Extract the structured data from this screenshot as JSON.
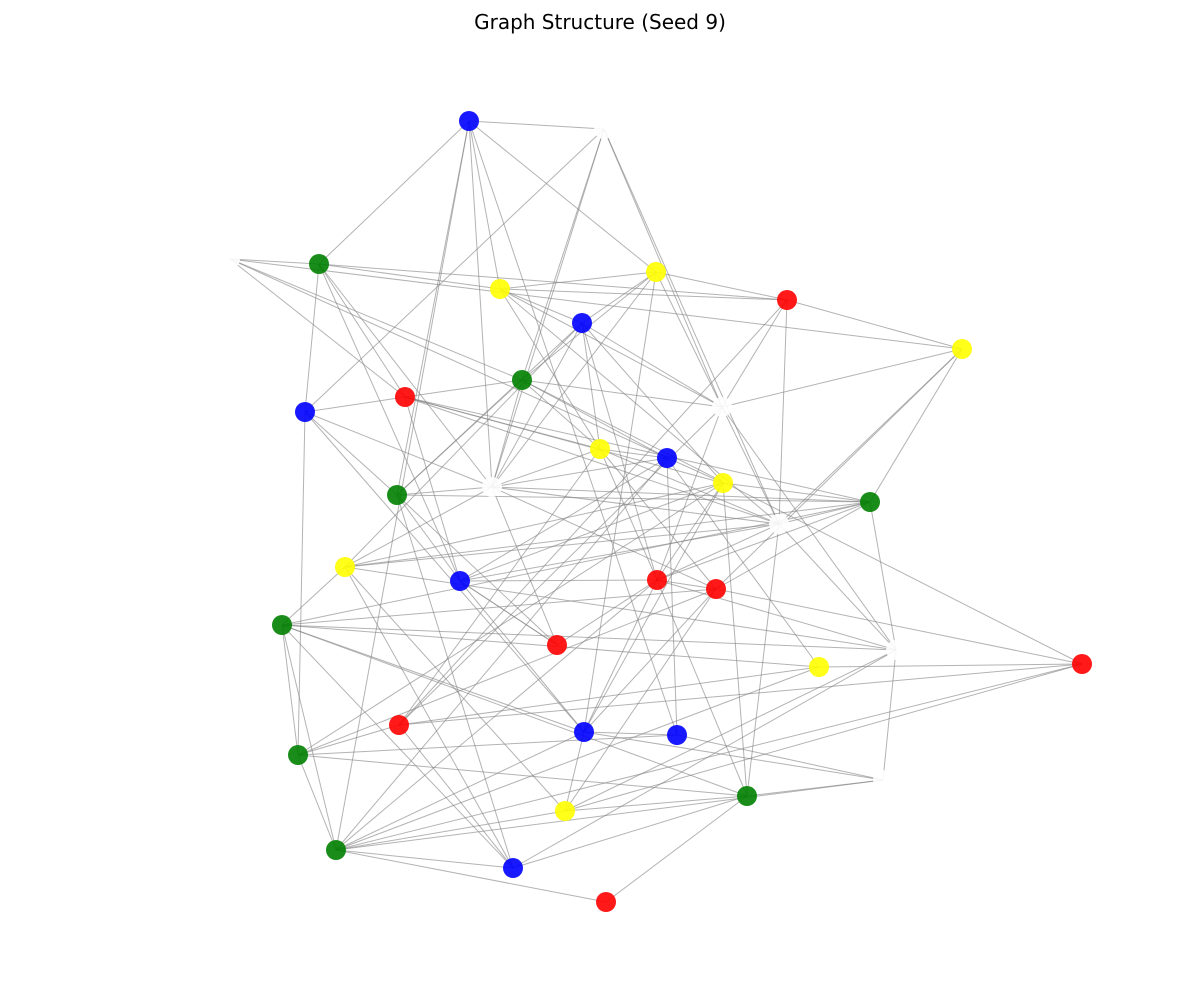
{
  "title": "Graph Structure (Seed 9)",
  "colors": {
    "blue": "#0000ff",
    "red": "#ff0000",
    "green": "#008000",
    "yellow": "#ffff00",
    "white": "#ffffff",
    "edge": "#808080"
  },
  "nodes": [
    {
      "id": 0,
      "color": "blue"
    },
    {
      "id": 1,
      "color": "white"
    },
    {
      "id": 2,
      "color": "green"
    },
    {
      "id": 3,
      "color": "white"
    },
    {
      "id": 4,
      "color": "yellow"
    },
    {
      "id": 5,
      "color": "yellow"
    },
    {
      "id": 6,
      "color": "red"
    },
    {
      "id": 7,
      "color": "blue"
    },
    {
      "id": 8,
      "color": "yellow"
    },
    {
      "id": 9,
      "color": "green"
    },
    {
      "id": 10,
      "color": "blue"
    },
    {
      "id": 11,
      "color": "red"
    },
    {
      "id": 12,
      "color": "white"
    },
    {
      "id": 13,
      "color": "yellow"
    },
    {
      "id": 14,
      "color": "blue"
    },
    {
      "id": 15,
      "color": "green"
    },
    {
      "id": 16,
      "color": "white"
    },
    {
      "id": 17,
      "color": "yellow"
    },
    {
      "id": 18,
      "color": "green"
    },
    {
      "id": 19,
      "color": "white"
    },
    {
      "id": 20,
      "color": "yellow"
    },
    {
      "id": 21,
      "color": "blue"
    },
    {
      "id": 22,
      "color": "red"
    },
    {
      "id": 23,
      "color": "red"
    },
    {
      "id": 24,
      "color": "red"
    },
    {
      "id": 25,
      "color": "green"
    },
    {
      "id": 26,
      "color": "white"
    },
    {
      "id": 27,
      "color": "yellow"
    },
    {
      "id": 28,
      "color": "red"
    },
    {
      "id": 29,
      "color": "red"
    },
    {
      "id": 30,
      "color": "blue"
    },
    {
      "id": 31,
      "color": "green"
    },
    {
      "id": 32,
      "color": "blue"
    },
    {
      "id": 33,
      "color": "white"
    },
    {
      "id": 34,
      "color": "yellow"
    },
    {
      "id": 35,
      "color": "green"
    },
    {
      "id": 36,
      "color": "green"
    },
    {
      "id": 37,
      "color": "blue"
    },
    {
      "id": 38,
      "color": "red"
    }
  ],
  "edges": [
    [
      0,
      1
    ],
    [
      0,
      2
    ],
    [
      0,
      5
    ],
    [
      0,
      4
    ],
    [
      0,
      32
    ],
    [
      0,
      36
    ],
    [
      0,
      15
    ],
    [
      0,
      16
    ],
    [
      1,
      9
    ],
    [
      1,
      10
    ],
    [
      1,
      12
    ],
    [
      1,
      16
    ],
    [
      1,
      19
    ],
    [
      2,
      3
    ],
    [
      2,
      4
    ],
    [
      2,
      10
    ],
    [
      2,
      11
    ],
    [
      2,
      21
    ],
    [
      2,
      6
    ],
    [
      2,
      16
    ],
    [
      3,
      9
    ],
    [
      3,
      8
    ],
    [
      3,
      11
    ],
    [
      3,
      17
    ],
    [
      4,
      5
    ],
    [
      4,
      19
    ],
    [
      4,
      13
    ],
    [
      4,
      6
    ],
    [
      4,
      7
    ],
    [
      4,
      12
    ],
    [
      5,
      7
    ],
    [
      5,
      12
    ],
    [
      5,
      9
    ],
    [
      5,
      30
    ],
    [
      5,
      6
    ],
    [
      6,
      8
    ],
    [
      6,
      12
    ],
    [
      6,
      19
    ],
    [
      6,
      29
    ],
    [
      7,
      12
    ],
    [
      7,
      16
    ],
    [
      7,
      17
    ],
    [
      7,
      20
    ],
    [
      7,
      13
    ],
    [
      7,
      15
    ],
    [
      7,
      22
    ],
    [
      8,
      12
    ],
    [
      8,
      19
    ],
    [
      8,
      18
    ],
    [
      9,
      12
    ],
    [
      9,
      16
    ],
    [
      9,
      14
    ],
    [
      9,
      15
    ],
    [
      9,
      28
    ],
    [
      9,
      13
    ],
    [
      10,
      11
    ],
    [
      10,
      16
    ],
    [
      10,
      15
    ],
    [
      10,
      31
    ],
    [
      10,
      30
    ],
    [
      11,
      9
    ],
    [
      11,
      17
    ],
    [
      11,
      13
    ],
    [
      11,
      19
    ],
    [
      11,
      21
    ],
    [
      12,
      19
    ],
    [
      12,
      29
    ],
    [
      12,
      26
    ],
    [
      13,
      14
    ],
    [
      13,
      16
    ],
    [
      13,
      23
    ],
    [
      13,
      19
    ],
    [
      13,
      22
    ],
    [
      14,
      21
    ],
    [
      14,
      36
    ],
    [
      14,
      32
    ],
    [
      14,
      16
    ],
    [
      15,
      16
    ],
    [
      15,
      21
    ],
    [
      15,
      18
    ],
    [
      15,
      24
    ],
    [
      15,
      37
    ],
    [
      16,
      19
    ],
    [
      16,
      23
    ],
    [
      16,
      20
    ],
    [
      16,
      18
    ],
    [
      16,
      24
    ],
    [
      17,
      18
    ],
    [
      17,
      31
    ],
    [
      17,
      21
    ],
    [
      17,
      22
    ],
    [
      17,
      35
    ],
    [
      17,
      20
    ],
    [
      18,
      19
    ],
    [
      18,
      22
    ],
    [
      18,
      23
    ],
    [
      18,
      26
    ],
    [
      18,
      20
    ],
    [
      18,
      25
    ],
    [
      19,
      20
    ],
    [
      19,
      21
    ],
    [
      19,
      22
    ],
    [
      19,
      26
    ],
    [
      19,
      35
    ],
    [
      20,
      25
    ],
    [
      20,
      37
    ],
    [
      20,
      26
    ],
    [
      21,
      30
    ],
    [
      21,
      24
    ],
    [
      21,
      22
    ],
    [
      22,
      24
    ],
    [
      22,
      26
    ],
    [
      22,
      36
    ],
    [
      22,
      35
    ],
    [
      22,
      30
    ],
    [
      22,
      23
    ],
    [
      23,
      25
    ],
    [
      23,
      31
    ],
    [
      23,
      34
    ],
    [
      23,
      30
    ],
    [
      25,
      30
    ],
    [
      25,
      31
    ],
    [
      25,
      36
    ],
    [
      25,
      26
    ],
    [
      25,
      35
    ],
    [
      25,
      37
    ],
    [
      26,
      34
    ],
    [
      26,
      33
    ],
    [
      26,
      37
    ],
    [
      27,
      28
    ],
    [
      27,
      25
    ],
    [
      27,
      29
    ],
    [
      28,
      34
    ],
    [
      28,
      29
    ],
    [
      28,
      36
    ],
    [
      29,
      31
    ],
    [
      29,
      37
    ],
    [
      30,
      32
    ],
    [
      30,
      33
    ],
    [
      30,
      36
    ],
    [
      30,
      34
    ],
    [
      31,
      32
    ],
    [
      31,
      36
    ],
    [
      32,
      33
    ],
    [
      33,
      35
    ],
    [
      33,
      36
    ],
    [
      34,
      35
    ],
    [
      34,
      36
    ],
    [
      35,
      37
    ],
    [
      35,
      38
    ],
    [
      36,
      37
    ],
    [
      36,
      38
    ],
    [
      36,
      27
    ],
    [
      5,
      16
    ],
    [
      8,
      23
    ],
    [
      11,
      18
    ],
    [
      12,
      22
    ],
    [
      13,
      29
    ],
    [
      14,
      27
    ],
    [
      17,
      30
    ],
    [
      24,
      21
    ],
    [
      28,
      23
    ],
    [
      20,
      34
    ],
    [
      31,
      35
    ]
  ]
}
